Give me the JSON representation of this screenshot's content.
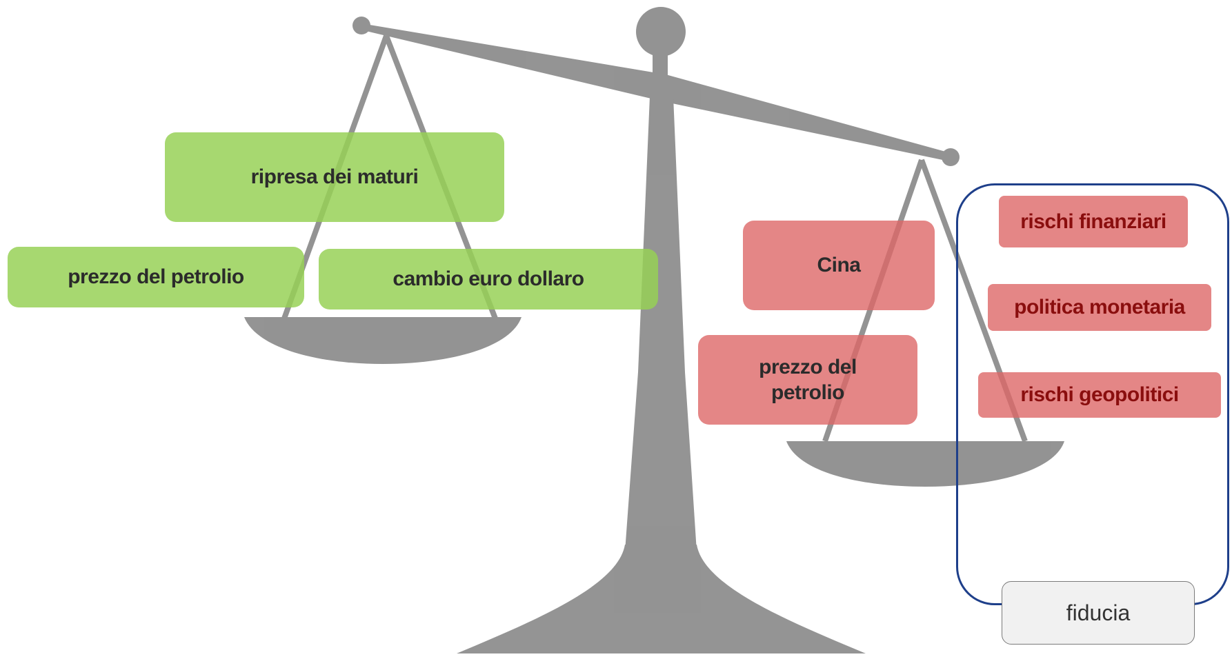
{
  "green_factors": [
    "ripresa dei maturi",
    "prezzo del petrolio",
    "cambio euro dollaro"
  ],
  "red_factors": [
    "Cina",
    "prezzo del petrolio"
  ],
  "fiducia_group": {
    "label": "fiducia",
    "items": [
      "rischi finanziari",
      "politica monetaria",
      "rischi geopolitici"
    ],
    "frame_color": "#1e3f8a"
  },
  "colors": {
    "green": "#96d055",
    "red": "#dd6868",
    "scale": "#8e8e8e"
  }
}
